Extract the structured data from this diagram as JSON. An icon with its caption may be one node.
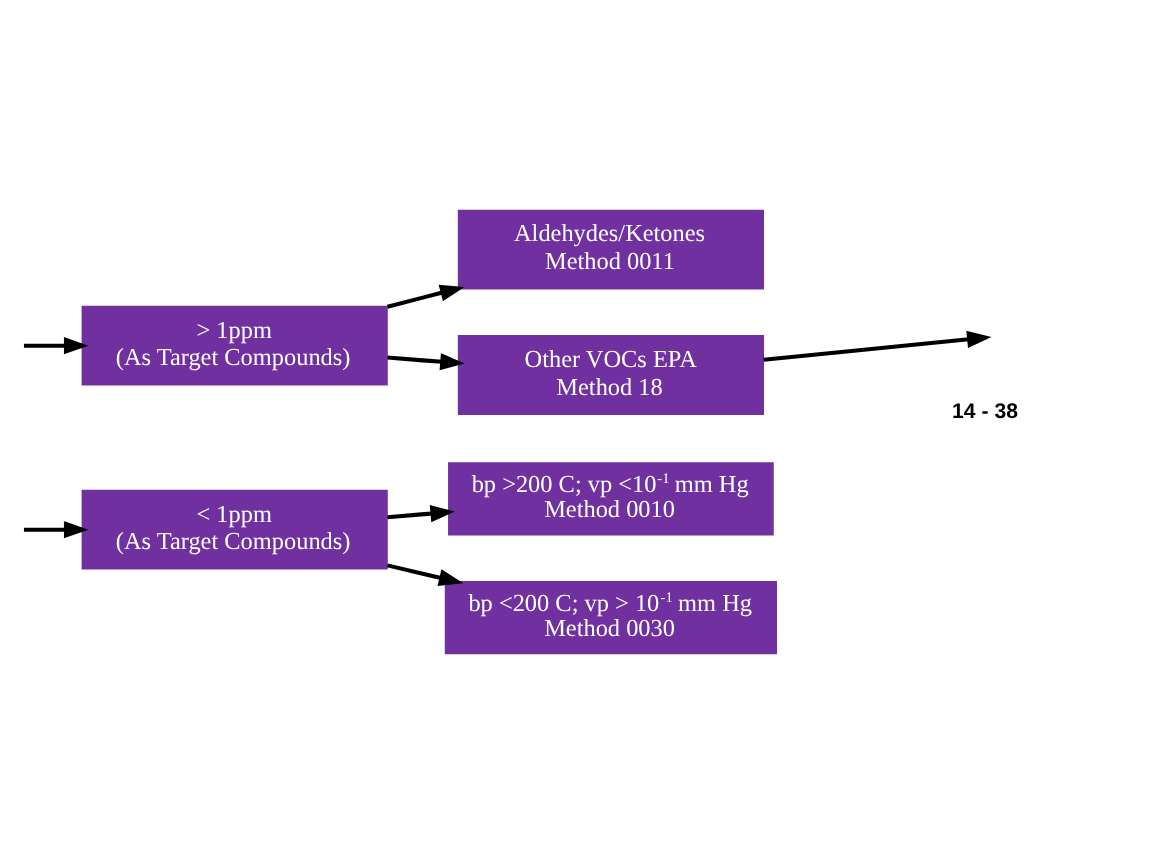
{
  "diagram": {
    "nodes": [
      {
        "text": [
          "< 1ppm (As Target Compounds)"
        ]
      },
      {
        "text": [
          "bp >200 C; vp <10$^{-1}$ mm Hg Method 0010"
        ]
      },
      {
        "text": [
          "bp <200 C; vp > 10$^{-1}$ mm Hg Method 0030"
        ]
      },
      {
        "text": [
          "> 1ppm (As Target Compounds)"
        ]
      },
      {
        "text": [
          "Aldehydes/Ketones Method 0011"
        ]
      },
      {
        "text": [
          "Other VOCs EPA Method 18"
        ]
      }
    ],
    "edges": [
      {
        "from": null,
        "to": 0,
        "arrow": "to"
      },
      {
        "from": 0,
        "to": 1,
        "arrow": "to"
      },
      {
        "from": 0,
        "to": 2,
        "arrow": "to"
      },
      {
        "from": null,
        "to": 3,
        "arrow": "to"
      },
      {
        "from": 3,
        "to": 4,
        "arrow": "to"
      },
      {
        "from": 3,
        "to": 5,
        "arrow": "to"
      },
      {
        "from": 5,
        "to": null,
        "arrow": "to"
      }
    ],
    "labels": [
      "14 - 38"
    ]
  }
}
